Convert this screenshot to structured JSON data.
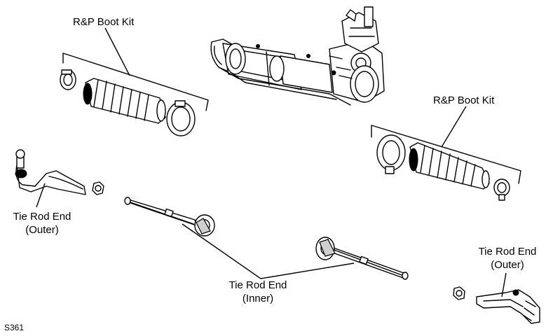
{
  "labels": {
    "boot_kit_left": "R&P Boot Kit",
    "boot_kit_right": "R&P Boot Kit",
    "outer_left_line1": "Tie Rod End",
    "outer_left_line2": "(Outer)",
    "inner_line1": "Tie Rod End",
    "inner_line2": "(Inner)",
    "outer_right_line1": "Tie Rod End",
    "outer_right_line2": "(Outer)",
    "figure_code": "S361"
  }
}
